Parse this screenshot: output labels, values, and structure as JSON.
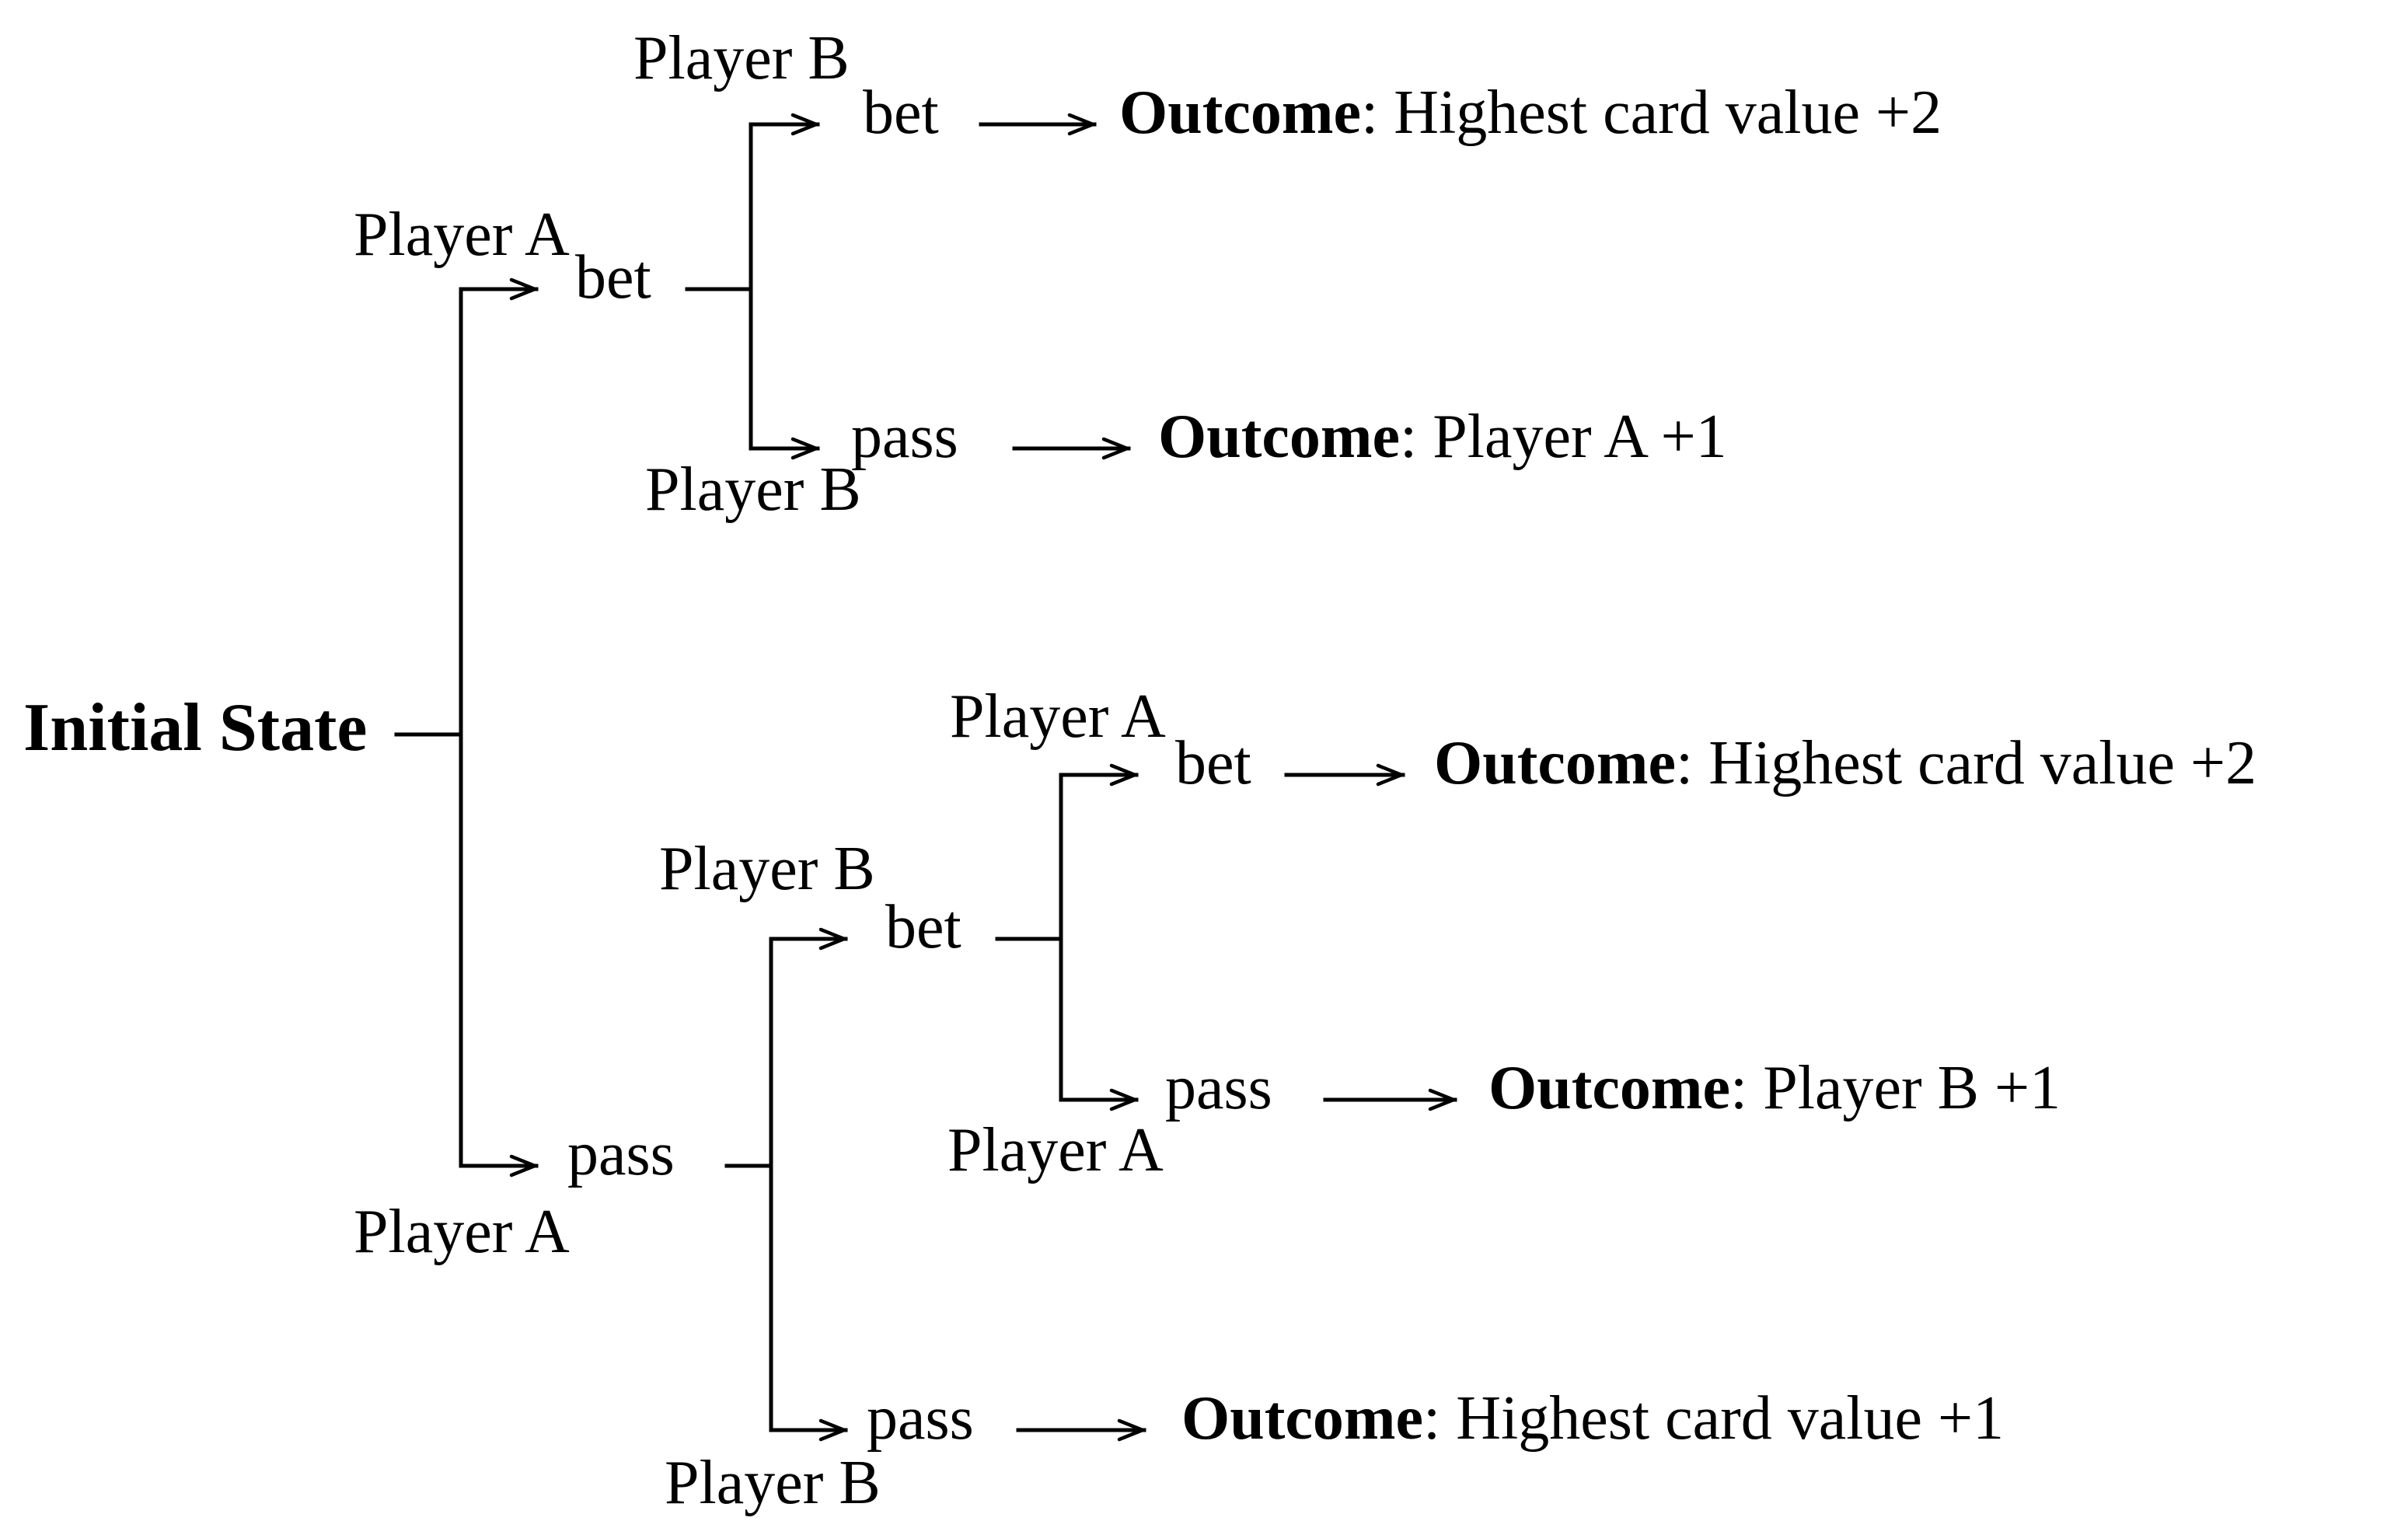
{
  "colors": {
    "background": "#ffffff",
    "line": "#000000",
    "text": "#000000"
  },
  "tree": {
    "root": {
      "label": "Initial State"
    },
    "branches": {
      "bet": {
        "player": "Player A",
        "action": "bet",
        "children": {
          "bet": {
            "player": "Player B",
            "action": "bet",
            "outcome": {
              "label": "Outcome",
              "value": ": Highest card value +2"
            }
          },
          "pass": {
            "player": "Player B",
            "action": "pass",
            "outcome": {
              "label": "Outcome",
              "value": ": Player A +1"
            }
          }
        }
      },
      "pass": {
        "player": "Player A",
        "action": "pass",
        "children": {
          "bet": {
            "player": "Player B",
            "action": "bet",
            "children": {
              "bet": {
                "player": "Player A",
                "action": "bet",
                "outcome": {
                  "label": "Outcome",
                  "value": ": Highest card value +2"
                }
              },
              "pass": {
                "player": "Player A",
                "action": "pass",
                "outcome": {
                  "label": "Outcome",
                  "value": ": Player B +1"
                }
              }
            }
          },
          "pass": {
            "player": "Player B",
            "action": "pass",
            "outcome": {
              "label": "Outcome",
              "value": ": Highest card value +1"
            }
          }
        }
      }
    }
  }
}
